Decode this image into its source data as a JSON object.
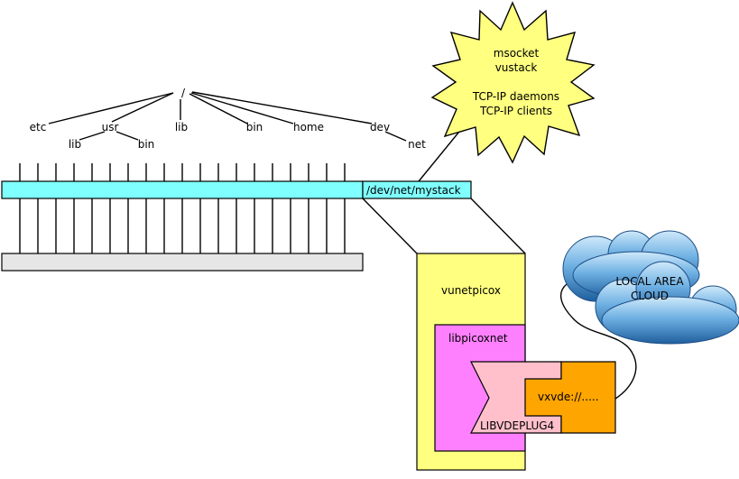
{
  "fs_tree": {
    "root": "/",
    "dirs": [
      "etc",
      "usr",
      "lib",
      "bin",
      "home",
      "dev"
    ],
    "usr_children": [
      "lib",
      "bin"
    ],
    "dev_children": [
      "net"
    ]
  },
  "path_label": "/dev/net/mystack",
  "star": {
    "line1": "msocket",
    "line2": "vustack",
    "line3": "TCP-IP daemons",
    "line4": "TCP-IP clients"
  },
  "vunetpicox_label": "vunetpicox",
  "libpicoxnet_label": "libpicoxnet",
  "libvdeplug_label": "LIBVDEPLUG4",
  "vxvde_label": "vxvde://.....",
  "cloud": {
    "line1": "LOCAL AREA",
    "line2": "CLOUD"
  },
  "colors": {
    "cyan_bar": "#80ffff",
    "gray_bar": "#e6e6e6",
    "star_fill": "#ffff80",
    "vunetpicox_fill": "#ffff80",
    "libpicoxnet_fill": "#ff80ff",
    "plug_fill": "#ffc0cb",
    "vxvde_fill": "#ffa500",
    "cloud_fill": "#3a86c8"
  }
}
